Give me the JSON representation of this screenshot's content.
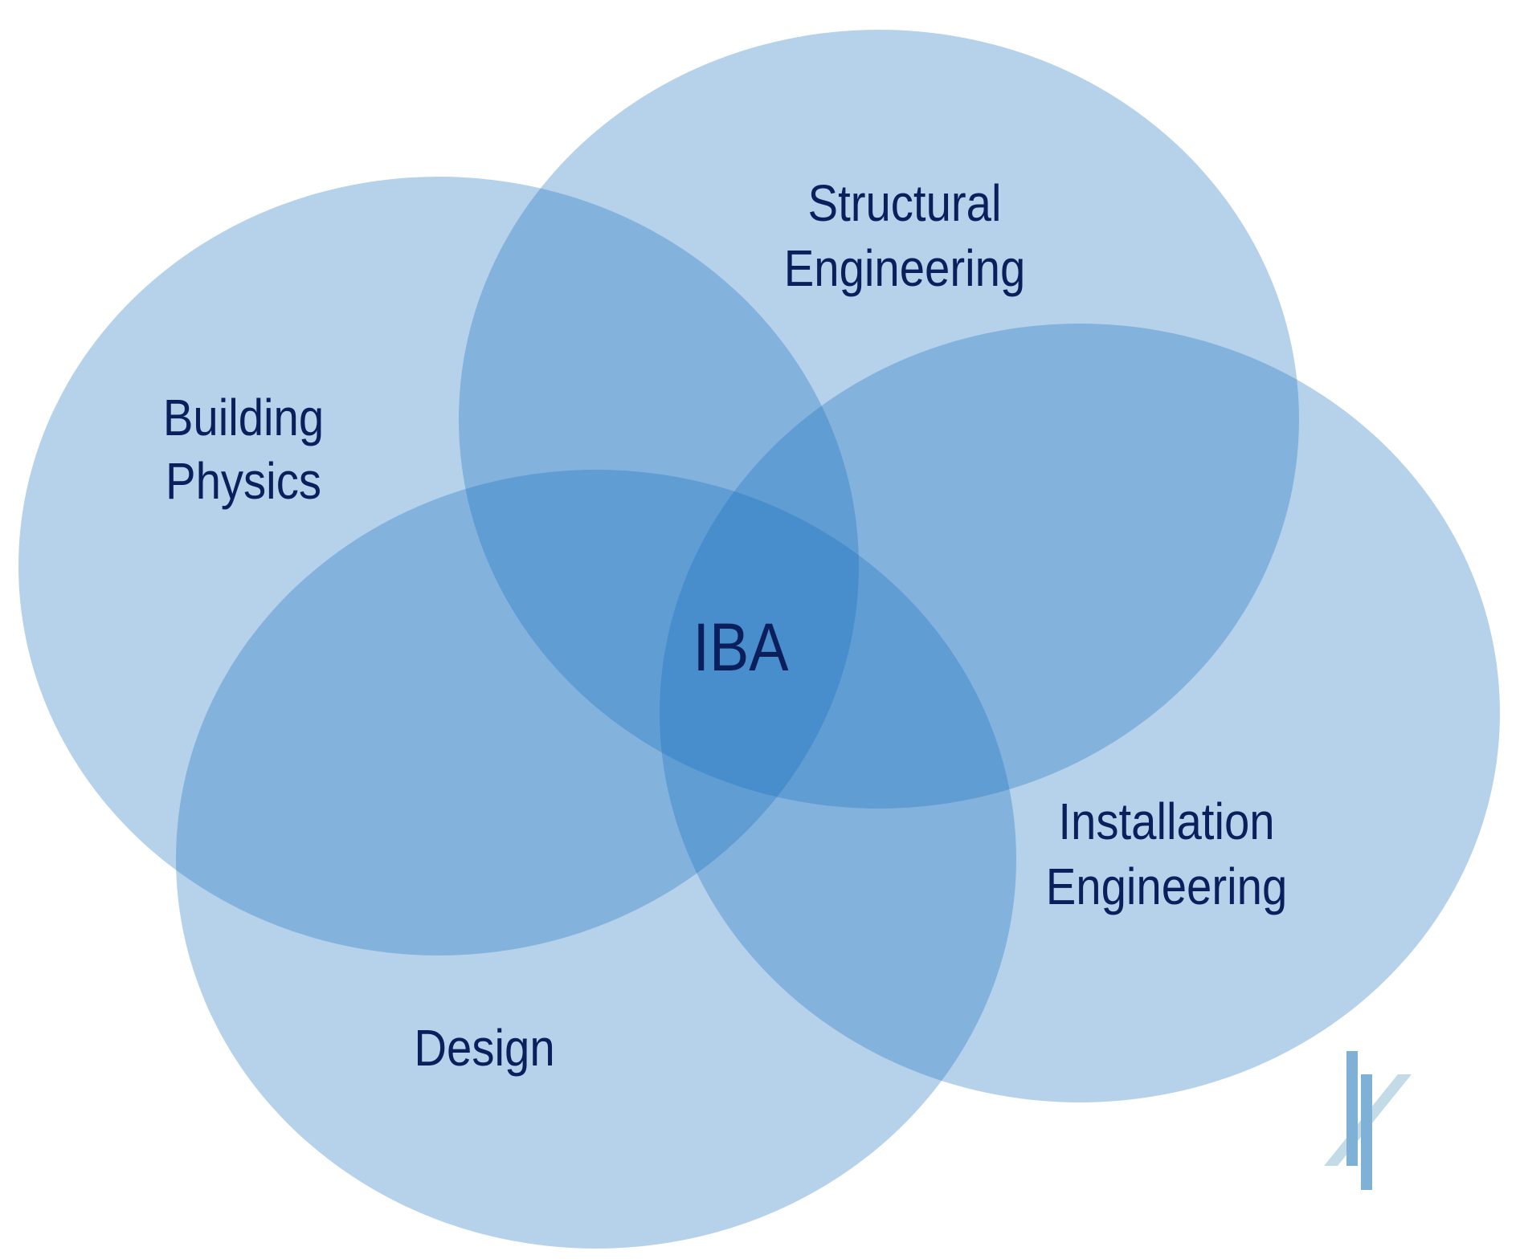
{
  "diagram": {
    "type": "venn",
    "center_label": "IBA",
    "sets": [
      {
        "id": "building-physics",
        "lines": [
          "Building",
          "Physics"
        ]
      },
      {
        "id": "structural-engineering",
        "lines": [
          "Structural",
          "Engineering"
        ]
      },
      {
        "id": "installation-engineering",
        "lines": [
          "Installation",
          "Engineering"
        ]
      },
      {
        "id": "design",
        "lines": [
          "Design"
        ]
      }
    ],
    "colors": {
      "fill": "#146ebe",
      "text": "#0b1f5c",
      "logo_bar": "#7fb0d6",
      "logo_diagonal": "#c2dbe6"
    }
  }
}
